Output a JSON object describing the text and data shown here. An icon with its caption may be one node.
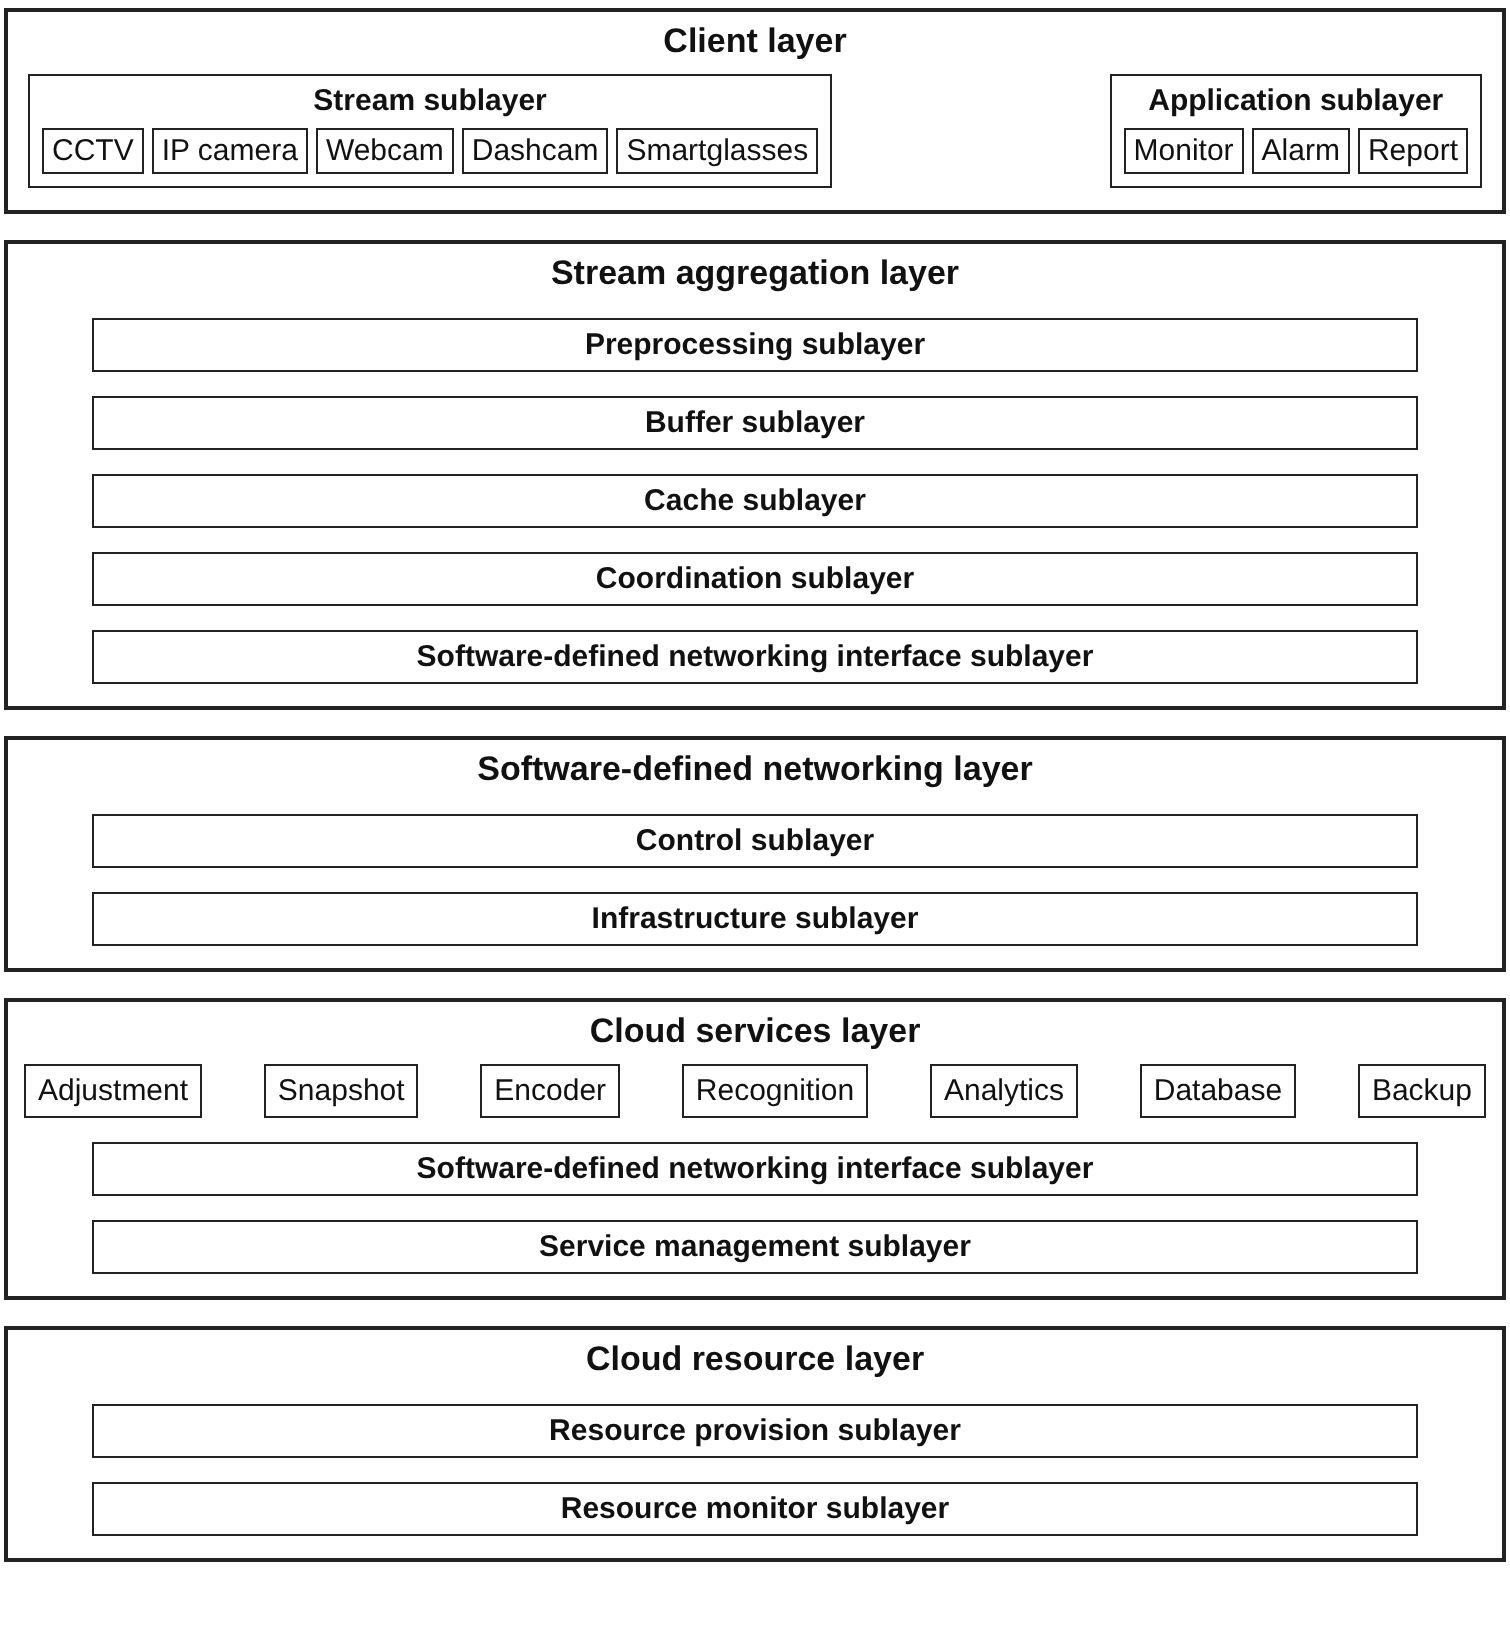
{
  "diagram": {
    "nodes": [
      {
        "text": [
          "Client layer"
        ]
      },
      {
        "text": [
          "Stream sublayer"
        ],
        "in": 0
      },
      {
        "text": [
          "CCTV"
        ],
        "in": 1
      },
      {
        "text": [
          "IP camera"
        ],
        "in": 1
      },
      {
        "text": [
          "Webcam"
        ],
        "in": 1
      },
      {
        "text": [
          "Dashcam"
        ],
        "in": 1
      },
      {
        "text": [
          "Smartglasses"
        ],
        "in": 1
      },
      {
        "text": [
          "Application sublayer"
        ],
        "in": 0
      },
      {
        "text": [
          "Monitor"
        ],
        "in": 7
      },
      {
        "text": [
          "Alarm"
        ],
        "in": 7
      },
      {
        "text": [
          "Report"
        ],
        "in": 7
      },
      {
        "text": [
          "Stream aggregation layer"
        ]
      },
      {
        "text": [
          "Preprocessing sublayer"
        ],
        "in": 11
      },
      {
        "text": [
          "Buffer sublayer"
        ],
        "in": 11
      },
      {
        "text": [
          "Cache sublayer"
        ],
        "in": 11
      },
      {
        "text": [
          "Coordination sublayer"
        ],
        "in": 11
      },
      {
        "text": [
          "Software-defined networking interface sublayer"
        ],
        "in": 11
      },
      {
        "text": [
          "Software-defined networking layer"
        ]
      },
      {
        "text": [
          "Control sublayer"
        ],
        "in": 17
      },
      {
        "text": [
          "Infrastructure sublayer"
        ],
        "in": 17
      },
      {
        "text": [
          "Cloud services layer"
        ]
      },
      {
        "text": [
          "Adjustment"
        ],
        "in": 20
      },
      {
        "text": [
          "Snapshot"
        ],
        "in": 20
      },
      {
        "text": [
          "Encoder"
        ],
        "in": 20
      },
      {
        "text": [
          "Recognition"
        ],
        "in": 20
      },
      {
        "text": [
          "Analytics"
        ],
        "in": 20
      },
      {
        "text": [
          "Database"
        ],
        "in": 20
      },
      {
        "text": [
          "Backup"
        ],
        "in": 20
      },
      {
        "text": [
          "Software-defined networking interface sublayer"
        ],
        "in": 20
      },
      {
        "text": [
          "Service management sublayer"
        ],
        "in": 20
      },
      {
        "text": [
          "Cloud resource layer"
        ]
      },
      {
        "text": [
          "Resource provision sublayer"
        ],
        "in": 30
      },
      {
        "text": [
          "Resource monitor sublayer"
        ],
        "in": 30
      }
    ]
  }
}
